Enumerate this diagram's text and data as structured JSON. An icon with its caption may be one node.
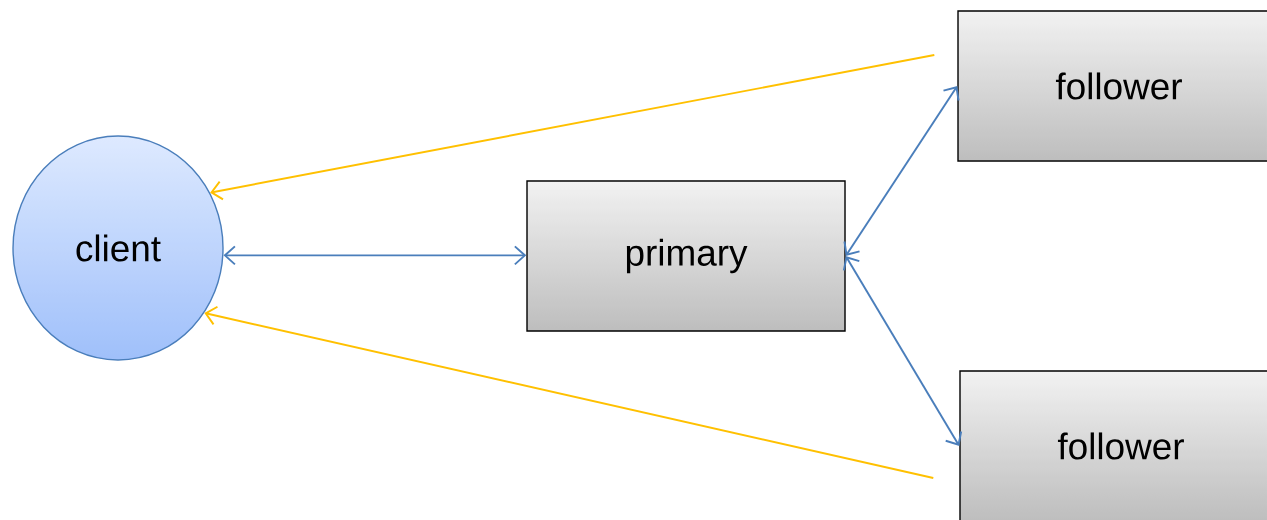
{
  "diagram": {
    "nodes": [
      {
        "text": [
          "client"
        ]
      },
      {
        "text": [
          "primary"
        ]
      },
      {
        "text": [
          "follower"
        ]
      },
      {
        "text": [
          "follower"
        ]
      }
    ],
    "edges": [
      {
        "from": 0,
        "to": 1,
        "arrow": "both"
      },
      {
        "from": 1,
        "to": 2,
        "arrow": "both"
      },
      {
        "from": 1,
        "to": 3,
        "arrow": "both"
      },
      {
        "from": 2,
        "to": 0,
        "arrow": "to",
        "color": "#ffc000"
      },
      {
        "from": 3,
        "to": 0,
        "arrow": "to",
        "color": "#ffc000"
      }
    ]
  }
}
